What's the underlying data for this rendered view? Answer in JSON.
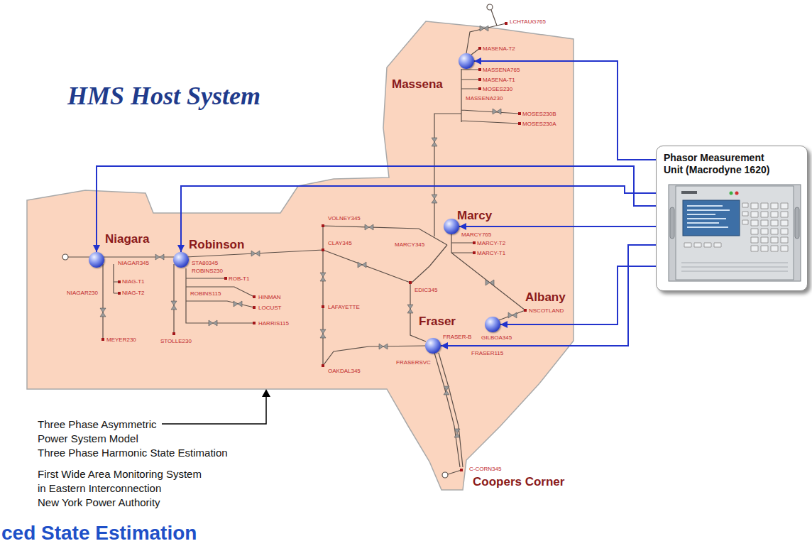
{
  "diagram": {
    "title": "HMS Host System",
    "nodes": [
      {
        "text": [
          "Phasor Measurement Unit (Macrodyne 1620)"
        ]
      },
      {
        "text": [
          "Massena"
        ]
      },
      {
        "text": [
          "Niagara"
        ]
      },
      {
        "text": [
          "Robinson"
        ]
      },
      {
        "text": [
          "Marcy"
        ]
      },
      {
        "text": [
          "Albany"
        ]
      },
      {
        "text": [
          "Fraser"
        ]
      }
    ],
    "edges": [
      {
        "from": 0,
        "to": 1,
        "arrow": "to"
      },
      {
        "from": 0,
        "to": 2,
        "arrow": "to"
      },
      {
        "from": 0,
        "to": 3,
        "arrow": "to"
      },
      {
        "from": 0,
        "to": 4,
        "arrow": "to"
      },
      {
        "from": 0,
        "to": 5,
        "arrow": "to"
      },
      {
        "from": 0,
        "to": 6,
        "arrow": "to"
      }
    ],
    "labels": [
      "LCHTAUG765",
      "MASENA-T2",
      "MASSENA765",
      "MASENA-T1",
      "MOSES230",
      "MASSENA230",
      "MOSES230B",
      "MOSES230A",
      "VOLNEY345",
      "CLAY345",
      "LAFAYETTE",
      "OAKDAL345",
      "MARCY765",
      "MARCY-T2",
      "MARCY-T1",
      "MARCY345",
      "EDIC345",
      "NSCOTLAND",
      "GILBOA345",
      "FRASER-B",
      "FRASER115",
      "FRASERSVC",
      "C-CORN345",
      "NIAGAR345",
      "NIAG-T1",
      "NIAG-T2",
      "NIAGAR230",
      "MEYER230",
      "STA80345",
      "ROBINS230",
      "ROB-T1",
      "ROBINS115",
      "HINMAN",
      "LOCUST",
      "HARRIS115",
      "STOLLE230",
      "Coopers Corner",
      "Three Phase Asymmetric",
      "Power System Model",
      "Three Phase Harmonic State Estimation",
      "First Wide Area Monitoring System",
      "in Eastern Interconnection",
      "New York Power Authority",
      "ced State Estimation"
    ]
  }
}
